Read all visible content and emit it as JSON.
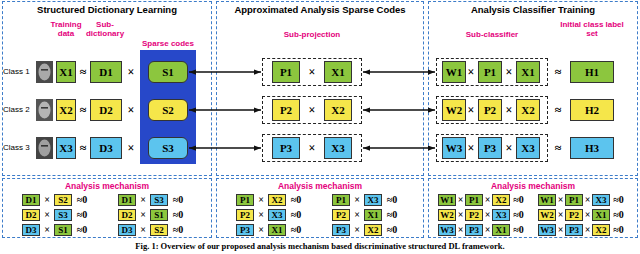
{
  "diagram": {
    "caption": "Fig. 1: Overview of our proposed analysis mechanism based discriminative structured DL framework.",
    "nodes": [
      {
        "text": [
          "Structured Dictionary Learning"
        ]
      },
      {
        "text": [
          "X1"
        ],
        "in": 0
      },
      {
        "text": [
          "D1"
        ],
        "in": 0
      },
      {
        "text": [
          "X2"
        ],
        "in": 0
      },
      {
        "text": [
          "D2"
        ],
        "in": 0
      },
      {
        "text": [
          "X3"
        ],
        "in": 0
      },
      {
        "text": [
          "D3"
        ],
        "in": 0
      },
      {
        "text": [
          "Sparse codes"
        ],
        "in": 0
      },
      {
        "text": [
          "S1"
        ],
        "in": 7
      },
      {
        "text": [
          "S2"
        ],
        "in": 7
      },
      {
        "text": [
          "S3"
        ],
        "in": 7
      },
      {
        "text": [
          "Approximated Analysis Sparse Codes"
        ]
      },
      {
        "text": [
          "×"
        ],
        "in": 11
      },
      {
        "text": [
          "P1"
        ],
        "in": 12
      },
      {
        "text": [
          "X1"
        ],
        "in": 12
      },
      {
        "text": [
          "×"
        ],
        "in": 11
      },
      {
        "text": [
          "P2"
        ],
        "in": 15
      },
      {
        "text": [
          "X2"
        ],
        "in": 15
      },
      {
        "text": [
          "×"
        ],
        "in": 11
      },
      {
        "text": [
          "P3"
        ],
        "in": 18
      },
      {
        "text": [
          "X3"
        ],
        "in": 18
      },
      {
        "text": [
          "Analysis Classifier Training"
        ]
      },
      {
        "text": [
          "×",
          "×"
        ],
        "in": 21
      },
      {
        "text": [
          "W1"
        ],
        "in": 22
      },
      {
        "text": [
          "P1"
        ],
        "in": 22
      },
      {
        "text": [
          "X1"
        ],
        "in": 22
      },
      {
        "text": [
          "H1"
        ],
        "in": 21
      },
      {
        "text": [
          "×",
          "×"
        ],
        "in": 21
      },
      {
        "text": [
          "W2"
        ],
        "in": 27
      },
      {
        "text": [
          "P2"
        ],
        "in": 27
      },
      {
        "text": [
          "X2"
        ],
        "in": 27
      },
      {
        "text": [
          "H2"
        ],
        "in": 21
      },
      {
        "text": [
          "×",
          "×"
        ],
        "in": 21
      },
      {
        "text": [
          "W3"
        ],
        "in": 32
      },
      {
        "text": [
          "P3"
        ],
        "in": 32
      },
      {
        "text": [
          "X3"
        ],
        "in": 32
      },
      {
        "text": [
          "H3"
        ],
        "in": 21
      },
      {
        "text": [
          "Analysis mechanism"
        ]
      },
      {
        "text": [
          "D1"
        ],
        "in": 37
      },
      {
        "text": [
          "S2"
        ],
        "in": 37
      },
      {
        "text": [
          "D1"
        ],
        "in": 37
      },
      {
        "text": [
          "S3"
        ],
        "in": 37
      },
      {
        "text": [
          "D2"
        ],
        "in": 37
      },
      {
        "text": [
          "S3"
        ],
        "in": 37
      },
      {
        "text": [
          "D2"
        ],
        "in": 37
      },
      {
        "text": [
          "S1"
        ],
        "in": 37
      },
      {
        "text": [
          "D3"
        ],
        "in": 37
      },
      {
        "text": [
          "S1"
        ],
        "in": 37
      },
      {
        "text": [
          "D3"
        ],
        "in": 37
      },
      {
        "text": [
          "S2"
        ],
        "in": 37
      },
      {
        "text": [
          "Analysis mechanism"
        ]
      },
      {
        "text": [
          "P1"
        ],
        "in": 50
      },
      {
        "text": [
          "X2"
        ],
        "in": 50
      },
      {
        "text": [
          "P1"
        ],
        "in": 50
      },
      {
        "text": [
          "X3"
        ],
        "in": 50
      },
      {
        "text": [
          "P2"
        ],
        "in": 50
      },
      {
        "text": [
          "X3"
        ],
        "in": 50
      },
      {
        "text": [
          "P2"
        ],
        "in": 50
      },
      {
        "text": [
          "X1"
        ],
        "in": 50
      },
      {
        "text": [
          "P3"
        ],
        "in": 50
      },
      {
        "text": [
          "X1"
        ],
        "in": 50
      },
      {
        "text": [
          "P3"
        ],
        "in": 50
      },
      {
        "text": [
          "X2"
        ],
        "in": 50
      },
      {
        "text": [
          "Analysis mechanism"
        ]
      },
      {
        "text": [
          "W1"
        ],
        "in": 63
      },
      {
        "text": [
          "P1"
        ],
        "in": 63
      },
      {
        "text": [
          "X2"
        ],
        "in": 63
      },
      {
        "text": [
          "W1"
        ],
        "in": 63
      },
      {
        "text": [
          "P1"
        ],
        "in": 63
      },
      {
        "text": [
          "X3"
        ],
        "in": 63
      },
      {
        "text": [
          "W2"
        ],
        "in": 63
      },
      {
        "text": [
          "P2"
        ],
        "in": 63
      },
      {
        "text": [
          "X3"
        ],
        "in": 63
      },
      {
        "text": [
          "W2"
        ],
        "in": 63
      },
      {
        "text": [
          "P2"
        ],
        "in": 63
      },
      {
        "text": [
          "X1"
        ],
        "in": 63
      },
      {
        "text": [
          "W3"
        ],
        "in": 63
      },
      {
        "text": [
          "P3"
        ],
        "in": 63
      },
      {
        "text": [
          "X1"
        ],
        "in": 63
      },
      {
        "text": [
          "W3"
        ],
        "in": 63
      },
      {
        "text": [
          "P3"
        ],
        "in": 63
      },
      {
        "text": [
          "X2"
        ],
        "in": 63
      }
    ],
    "edges": [
      {
        "from": 8,
        "to": 12,
        "arrow": "both"
      },
      {
        "from": 9,
        "to": 15,
        "arrow": "both"
      },
      {
        "from": 10,
        "to": 18,
        "arrow": "both"
      },
      {
        "from": 12,
        "to": 22,
        "arrow": "both"
      },
      {
        "from": 15,
        "to": 27,
        "arrow": "both"
      },
      {
        "from": 18,
        "to": 32,
        "arrow": "both"
      }
    ],
    "labels": [
      "Training data",
      "Sub-dictionary",
      "Class 1",
      "≈",
      "×",
      "Class 2",
      "≈",
      "×",
      "Class 3",
      "≈",
      "×",
      "Sub-projection",
      "Sub-classifier",
      "Initial class label set",
      "≈",
      "≈",
      "≈",
      "×",
      "≈0",
      "×",
      "≈0",
      "×",
      "≈0",
      "×",
      "≈0",
      "×",
      "≈0",
      "×",
      "≈0",
      "×",
      "≈0",
      "×",
      "≈0",
      "×",
      "≈0",
      "×",
      "≈0",
      "×",
      "≈0",
      "×",
      "≈0",
      "×",
      "×",
      "≈0",
      "×",
      "×",
      "≈0",
      "×",
      "×",
      "≈0",
      "×",
      "×",
      "≈0",
      "×",
      "×",
      "≈0",
      "×",
      "×",
      "≈0"
    ]
  }
}
